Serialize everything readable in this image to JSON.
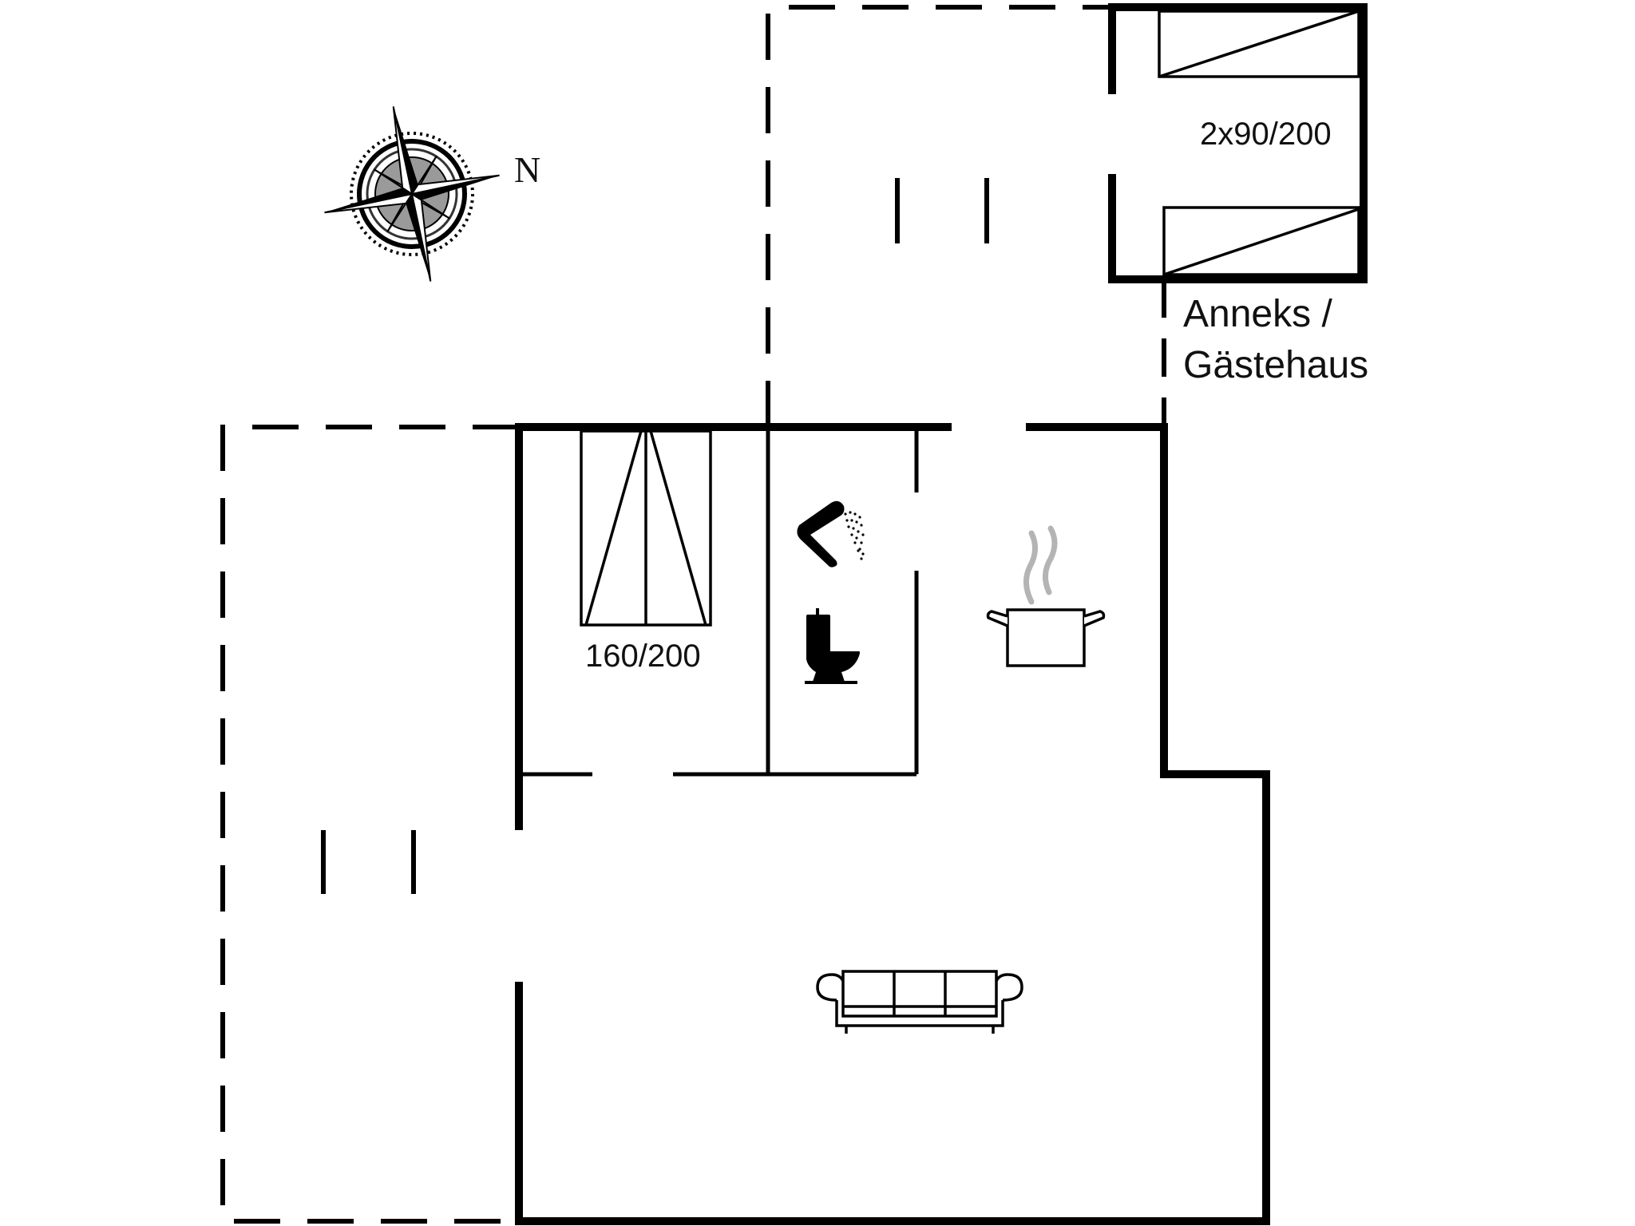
{
  "plan": {
    "type": "floor plan",
    "colors": {
      "wall": "#000000",
      "background": "#ffffff",
      "steam": "#a8a8a8"
    }
  },
  "compass": {
    "north_label": "N",
    "icon": "compass-rose-icon"
  },
  "annex": {
    "title_line1": "Anneks /",
    "title_line2": "Gästehaus",
    "bed_label": "2x90/200",
    "icon": "twin-beds-icon"
  },
  "bedroom": {
    "bed_label": "160/200",
    "icon": "double-bed-icon"
  },
  "bathroom": {
    "icons": [
      "shower-icon",
      "toilet-icon"
    ]
  },
  "kitchen": {
    "icon": "cooking-pot-icon"
  },
  "living_room": {
    "icon": "sofa-icon"
  },
  "terraces": [
    {
      "name": "left terrace",
      "style": "dashed"
    },
    {
      "name": "top terrace",
      "style": "dashed"
    }
  ]
}
